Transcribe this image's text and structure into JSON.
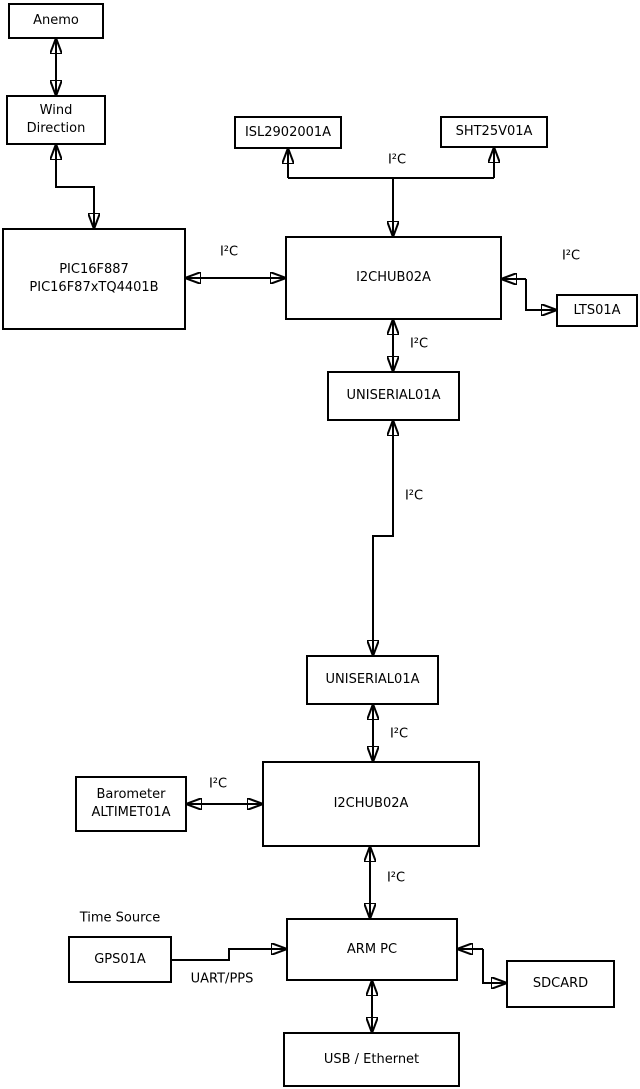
{
  "diagram": {
    "background_color": "#ffffff",
    "stroke_color": "#000000",
    "nodes": {
      "anemo": {
        "label": "Anemo"
      },
      "wind_direction": {
        "line1": "Wind",
        "line2": "Direction"
      },
      "pic": {
        "line1": "PIC16F887",
        "line2": "PIC16F87xTQ4401B"
      },
      "isl": {
        "label": "ISL2902001A"
      },
      "sht": {
        "label": "SHT25V01A"
      },
      "i2c_hub_upper": {
        "label": "I2CHUB02A"
      },
      "lts": {
        "label": "LTS01A"
      },
      "uniserial_upper": {
        "label": "UNISERIAL01A"
      },
      "uniserial_lower": {
        "label": "UNISERIAL01A"
      },
      "barometer": {
        "line1": "Barometer",
        "line2": "ALTIMET01A"
      },
      "i2c_hub_lower": {
        "label": "I2CHUB02A"
      },
      "gps": {
        "label": "GPS01A"
      },
      "arm_pc": {
        "label": "ARM PC"
      },
      "sdcard": {
        "label": "SDCARD"
      },
      "usb_ethernet": {
        "label": "USB / Ethernet"
      }
    },
    "labels": {
      "i2c": "I²C",
      "uart_pps": "UART/PPS",
      "time_source": "Time Source"
    },
    "edges": [
      {
        "from": "Anemo",
        "to": "Wind Direction",
        "bidirectional": true
      },
      {
        "from": "Wind Direction",
        "to": "PIC16F887 PIC16F87xTQ4401B",
        "bidirectional": true
      },
      {
        "from": "PIC16F887 PIC16F87xTQ4401B",
        "to": "I2CHUB02A (upper)",
        "label": "I²C",
        "bidirectional": true
      },
      {
        "from": "I2CHUB02A (upper)",
        "to": "ISL2902001A",
        "label": "I²C",
        "bidirectional": false
      },
      {
        "from": "I2CHUB02A (upper)",
        "to": "SHT25V01A",
        "label": "I²C",
        "bidirectional": false
      },
      {
        "from": "I2CHUB02A (upper)",
        "to": "LTS01A",
        "label": "I²C",
        "bidirectional": true
      },
      {
        "from": "I2CHUB02A (upper)",
        "to": "UNISERIAL01A (upper)",
        "label": "I²C",
        "bidirectional": true
      },
      {
        "from": "UNISERIAL01A (upper)",
        "to": "UNISERIAL01A (lower)",
        "label": "I²C",
        "bidirectional": true
      },
      {
        "from": "UNISERIAL01A (lower)",
        "to": "I2CHUB02A (lower)",
        "label": "I²C",
        "bidirectional": true
      },
      {
        "from": "Barometer ALTIMET01A",
        "to": "I2CHUB02A (lower)",
        "label": "I²C",
        "bidirectional": true
      },
      {
        "from": "I2CHUB02A (lower)",
        "to": "ARM PC",
        "label": "I²C",
        "bidirectional": true
      },
      {
        "from": "GPS01A",
        "to": "ARM PC",
        "label": "UART/PPS",
        "bidirectional": false
      },
      {
        "from": "ARM PC",
        "to": "SDCARD",
        "bidirectional": true
      },
      {
        "from": "ARM PC",
        "to": "USB / Ethernet",
        "bidirectional": true
      }
    ]
  }
}
